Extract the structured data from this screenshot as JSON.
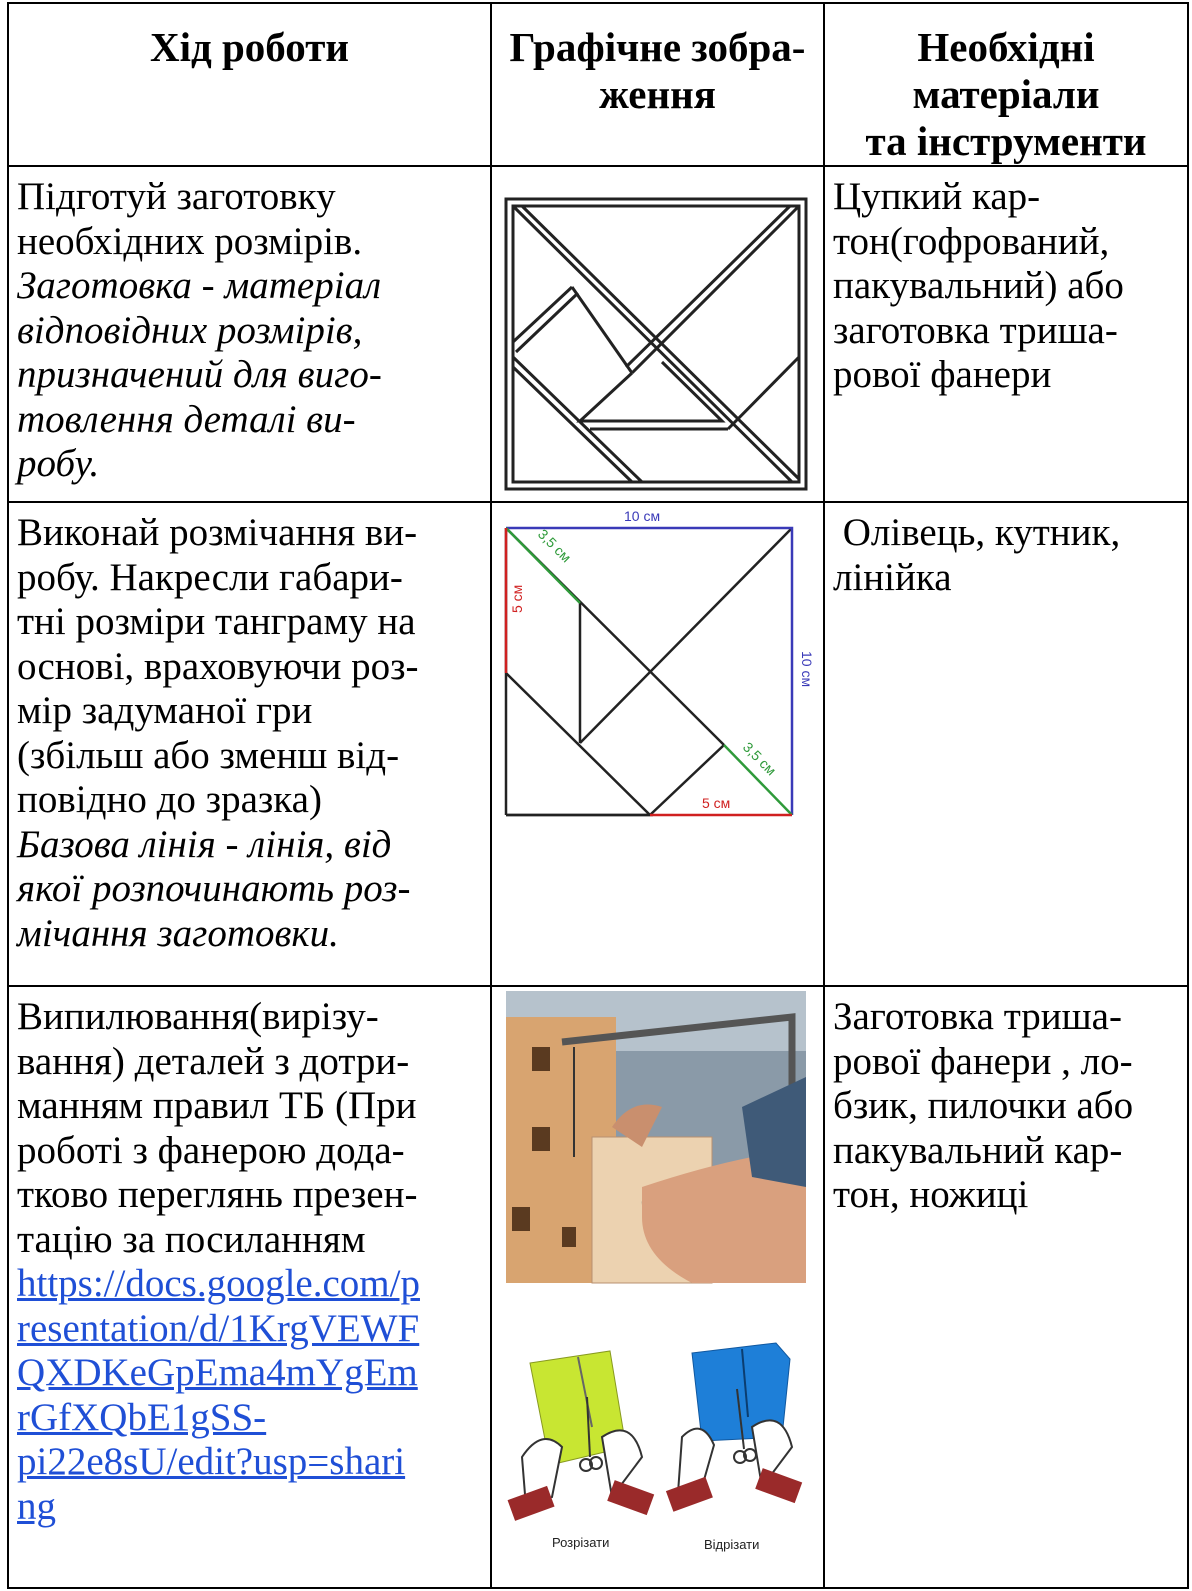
{
  "table": {
    "headers": [
      "Хід роботи",
      "Графічне зобра-\nження",
      "Необхідні\nматеріали\nта інструменти"
    ],
    "rows": [
      {
        "step_lines": [
          "Підготуй заготовку",
          "необхідних розмірів."
        ],
        "definition_lines": [
          "Заготовка - матеріал",
          "відповідних розмірів,",
          "призначений для виго-",
          "товлення деталі ви-",
          "робу."
        ],
        "materials_lines": [
          "Цупкий кар-",
          "тон(гофрований,",
          "пакувальний) або",
          "заготовка триша-",
          "рової фанери"
        ]
      },
      {
        "step_lines": [
          "Виконай розмічання ви-",
          "робу. Накресли габари-",
          "тні розміри танграму на",
          "основі, враховуючи роз-",
          "мір задуманої гри",
          "(збільш або зменш від-",
          "повідно до зразка)"
        ],
        "definition_lines": [
          "Базова лінія - лінія, від",
          "якої розпочинають роз-",
          "мічання заготовки."
        ],
        "materials_lines": [
          " Олівець, кутник,",
          "лінійка"
        ],
        "diagram_labels": {
          "top": "10 см",
          "right": "10 см",
          "left": "5 см",
          "diag_top": "3,5 см",
          "diag_bottom": "3,5 см",
          "bottom": "5 см"
        }
      },
      {
        "step_lines": [
          "Випилювання(вирізу-",
          "вання) деталей з дотри-",
          "манням правил ТБ (При",
          "роботі з фанерою дода-",
          "тково переглянь презен-",
          "тацію за посиланням"
        ],
        "link_lines": [
          "https://docs.google.com/p",
          "resentation/d/1KrgVEWF",
          "QXDKeGpEma4mYgEm",
          "rGfXQbE1gSS-",
          "pi22e8sU/edit?usp=shari",
          "ng"
        ],
        "materials_lines": [
          "Заготовка триша-",
          "рової фанери , ло-",
          "бзик, пилочки або",
          "пакувальний кар-",
          "тон, ножиці"
        ],
        "caption_left": "Розрізати",
        "caption_right": "Відрізати"
      }
    ]
  },
  "colors": {
    "link": "#1f4fd6",
    "dim_blue": "#3a3ab8",
    "dim_green": "#2f9a3a",
    "dim_red": "#d02020",
    "paper_yellow": "#c8e632",
    "paper_blue": "#1e7fd8",
    "wood": "#d8a470",
    "shirt": "#3f5a78"
  }
}
